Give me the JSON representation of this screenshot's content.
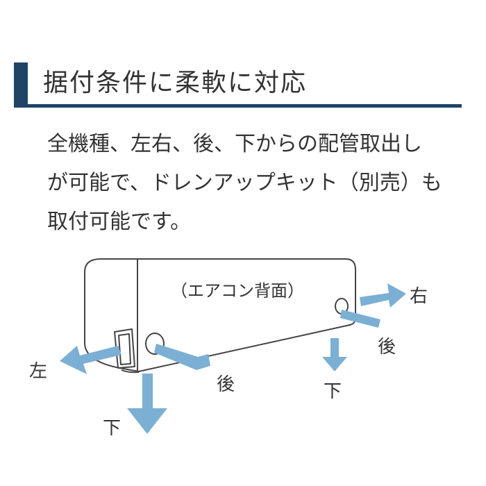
{
  "heading": {
    "title": "据付条件に柔軟に対応",
    "accent_color": "#1f4465"
  },
  "description": {
    "lines": [
      "全機種、左右、後、下からの配管取出し",
      "が可能で、ドレンアップキット（別売）も",
      "取付可能です。"
    ]
  },
  "diagram": {
    "unit_label": "（エアコン背面）",
    "arrow_color": "#7bafd4",
    "directions": {
      "left": "左",
      "right": "右",
      "back_left": "後",
      "back_right": "後",
      "down_left": "下",
      "down_right": "下"
    }
  }
}
